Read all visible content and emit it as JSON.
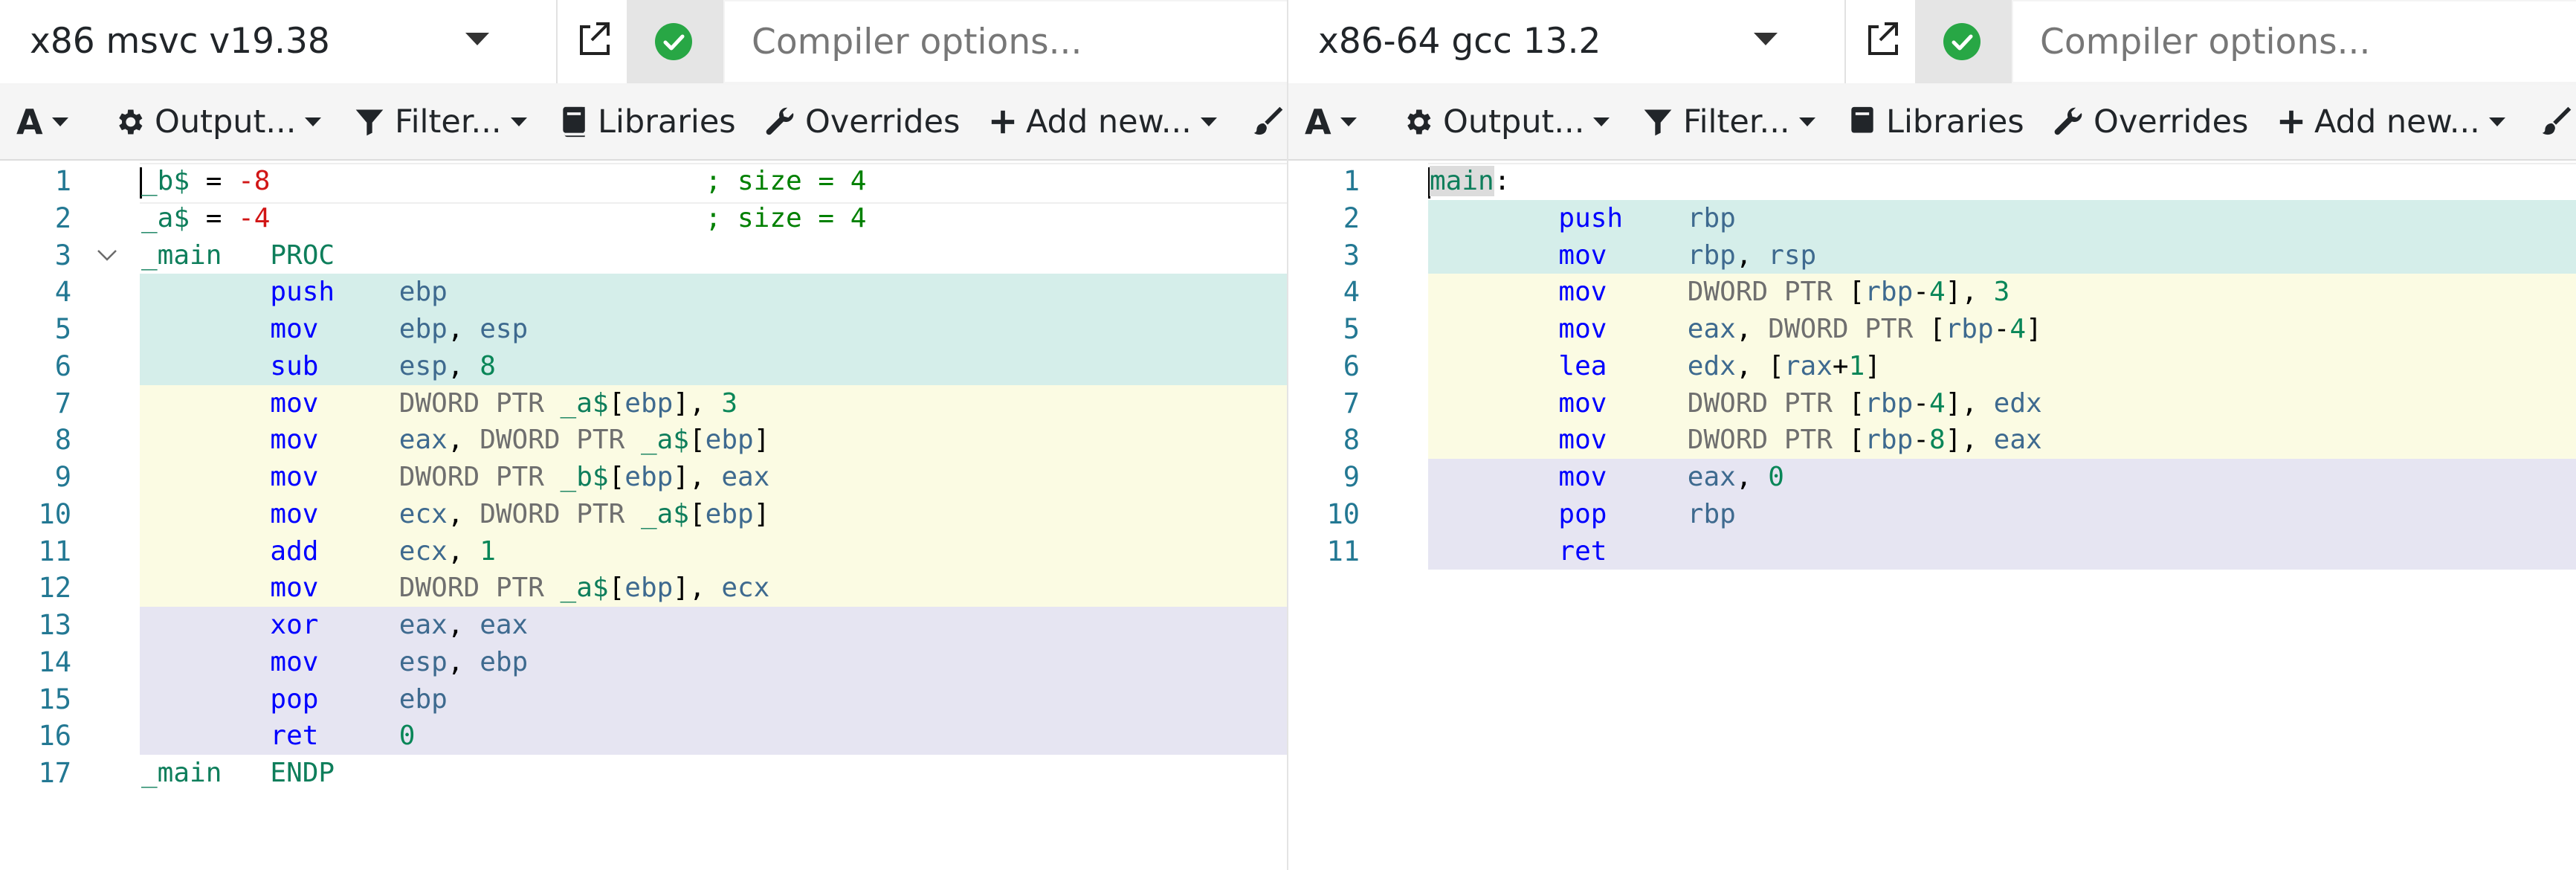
{
  "panes": [
    {
      "id": "left",
      "compiler": "x86 msvc v19.38",
      "options_placeholder": "Compiler options...",
      "toolbar": {
        "font_label": "A",
        "output_label": "Output...",
        "filter_label": "Filter...",
        "libraries_label": "Libraries",
        "overrides_label": "Overrides",
        "add_new_label": "Add new..."
      },
      "lines": [
        {
          "n": "1",
          "bg": "none",
          "tokens": [
            [
              "label",
              "_b$"
            ],
            [
              "plain",
              " = "
            ],
            [
              "neg",
              "-8"
            ],
            [
              "plain",
              "                           "
            ],
            [
              "com",
              "; size = 4"
            ]
          ]
        },
        {
          "n": "2",
          "bg": "none",
          "tokens": [
            [
              "label",
              "_a$"
            ],
            [
              "plain",
              " = "
            ],
            [
              "neg",
              "-4"
            ],
            [
              "plain",
              "                           "
            ],
            [
              "com",
              "; size = 4"
            ]
          ]
        },
        {
          "n": "3",
          "bg": "none",
          "fold": true,
          "tokens": [
            [
              "label",
              "_main"
            ],
            [
              "plain",
              "   "
            ],
            [
              "label",
              "PROC"
            ]
          ]
        },
        {
          "n": "4",
          "bg": "#d5eeea",
          "tokens": [
            [
              "plain",
              "        "
            ],
            [
              "kw",
              "push"
            ],
            [
              "plain",
              "    "
            ],
            [
              "reg",
              "ebp"
            ]
          ]
        },
        {
          "n": "5",
          "bg": "#d5eeea",
          "tokens": [
            [
              "plain",
              "        "
            ],
            [
              "kw",
              "mov"
            ],
            [
              "plain",
              "     "
            ],
            [
              "reg",
              "ebp"
            ],
            [
              "plain",
              ", "
            ],
            [
              "reg",
              "esp"
            ]
          ]
        },
        {
          "n": "6",
          "bg": "#d5eeea",
          "tokens": [
            [
              "plain",
              "        "
            ],
            [
              "kw",
              "sub"
            ],
            [
              "plain",
              "     "
            ],
            [
              "reg",
              "esp"
            ],
            [
              "plain",
              ", "
            ],
            [
              "num",
              "8"
            ]
          ]
        },
        {
          "n": "7",
          "bg": "#fbfbe3",
          "tokens": [
            [
              "plain",
              "        "
            ],
            [
              "kw",
              "mov"
            ],
            [
              "plain",
              "     "
            ],
            [
              "ptr",
              "DWORD PTR "
            ],
            [
              "label",
              "_a$"
            ],
            [
              "plain",
              "["
            ],
            [
              "reg",
              "ebp"
            ],
            [
              "plain",
              "], "
            ],
            [
              "num",
              "3"
            ]
          ]
        },
        {
          "n": "8",
          "bg": "#fbfbe3",
          "tokens": [
            [
              "plain",
              "        "
            ],
            [
              "kw",
              "mov"
            ],
            [
              "plain",
              "     "
            ],
            [
              "reg",
              "eax"
            ],
            [
              "plain",
              ", "
            ],
            [
              "ptr",
              "DWORD PTR "
            ],
            [
              "label",
              "_a$"
            ],
            [
              "plain",
              "["
            ],
            [
              "reg",
              "ebp"
            ],
            [
              "plain",
              "]"
            ]
          ]
        },
        {
          "n": "9",
          "bg": "#fbfbe3",
          "tokens": [
            [
              "plain",
              "        "
            ],
            [
              "kw",
              "mov"
            ],
            [
              "plain",
              "     "
            ],
            [
              "ptr",
              "DWORD PTR "
            ],
            [
              "label",
              "_b$"
            ],
            [
              "plain",
              "["
            ],
            [
              "reg",
              "ebp"
            ],
            [
              "plain",
              "], "
            ],
            [
              "reg",
              "eax"
            ]
          ]
        },
        {
          "n": "10",
          "bg": "#fbfbe3",
          "tokens": [
            [
              "plain",
              "        "
            ],
            [
              "kw",
              "mov"
            ],
            [
              "plain",
              "     "
            ],
            [
              "reg",
              "ecx"
            ],
            [
              "plain",
              ", "
            ],
            [
              "ptr",
              "DWORD PTR "
            ],
            [
              "label",
              "_a$"
            ],
            [
              "plain",
              "["
            ],
            [
              "reg",
              "ebp"
            ],
            [
              "plain",
              "]"
            ]
          ]
        },
        {
          "n": "11",
          "bg": "#fbfbe3",
          "tokens": [
            [
              "plain",
              "        "
            ],
            [
              "kw",
              "add"
            ],
            [
              "plain",
              "     "
            ],
            [
              "reg",
              "ecx"
            ],
            [
              "plain",
              ", "
            ],
            [
              "num",
              "1"
            ]
          ]
        },
        {
          "n": "12",
          "bg": "#fbfbe3",
          "tokens": [
            [
              "plain",
              "        "
            ],
            [
              "kw",
              "mov"
            ],
            [
              "plain",
              "     "
            ],
            [
              "ptr",
              "DWORD PTR "
            ],
            [
              "label",
              "_a$"
            ],
            [
              "plain",
              "["
            ],
            [
              "reg",
              "ebp"
            ],
            [
              "plain",
              "], "
            ],
            [
              "reg",
              "ecx"
            ]
          ]
        },
        {
          "n": "13",
          "bg": "#e6e5f2",
          "tokens": [
            [
              "plain",
              "        "
            ],
            [
              "kw",
              "xor"
            ],
            [
              "plain",
              "     "
            ],
            [
              "reg",
              "eax"
            ],
            [
              "plain",
              ", "
            ],
            [
              "reg",
              "eax"
            ]
          ]
        },
        {
          "n": "14",
          "bg": "#e6e5f2",
          "tokens": [
            [
              "plain",
              "        "
            ],
            [
              "kw",
              "mov"
            ],
            [
              "plain",
              "     "
            ],
            [
              "reg",
              "esp"
            ],
            [
              "plain",
              ", "
            ],
            [
              "reg",
              "ebp"
            ]
          ]
        },
        {
          "n": "15",
          "bg": "#e6e5f2",
          "tokens": [
            [
              "plain",
              "        "
            ],
            [
              "kw",
              "pop"
            ],
            [
              "plain",
              "     "
            ],
            [
              "reg",
              "ebp"
            ]
          ]
        },
        {
          "n": "16",
          "bg": "#e6e5f2",
          "tokens": [
            [
              "plain",
              "        "
            ],
            [
              "kw",
              "ret"
            ],
            [
              "plain",
              "     "
            ],
            [
              "num",
              "0"
            ]
          ]
        },
        {
          "n": "17",
          "bg": "none",
          "tokens": [
            [
              "label",
              "_main"
            ],
            [
              "plain",
              "   "
            ],
            [
              "label",
              "ENDP"
            ]
          ]
        }
      ]
    },
    {
      "id": "right",
      "compiler": "x86-64 gcc 13.2",
      "options_placeholder": "Compiler options...",
      "toolbar": {
        "font_label": "A",
        "output_label": "Output...",
        "filter_label": "Filter...",
        "libraries_label": "Libraries",
        "overrides_label": "Overrides",
        "add_new_label": "Add new..."
      },
      "lines": [
        {
          "n": "1",
          "bg": "none",
          "cursor": true,
          "tokens": [
            [
              "main",
              "main"
            ],
            [
              "plain",
              ":"
            ]
          ]
        },
        {
          "n": "2",
          "bg": "#d5eeea",
          "tokens": [
            [
              "plain",
              "        "
            ],
            [
              "kw",
              "push"
            ],
            [
              "plain",
              "    "
            ],
            [
              "reg",
              "rbp"
            ]
          ]
        },
        {
          "n": "3",
          "bg": "#d5eeea",
          "tokens": [
            [
              "plain",
              "        "
            ],
            [
              "kw",
              "mov"
            ],
            [
              "plain",
              "     "
            ],
            [
              "reg",
              "rbp"
            ],
            [
              "plain",
              ", "
            ],
            [
              "reg",
              "rsp"
            ]
          ]
        },
        {
          "n": "4",
          "bg": "#fbfbe3",
          "tokens": [
            [
              "plain",
              "        "
            ],
            [
              "kw",
              "mov"
            ],
            [
              "plain",
              "     "
            ],
            [
              "ptr",
              "DWORD PTR "
            ],
            [
              "plain",
              "["
            ],
            [
              "reg",
              "rbp"
            ],
            [
              "plain",
              "-"
            ],
            [
              "num",
              "4"
            ],
            [
              "plain",
              "], "
            ],
            [
              "num",
              "3"
            ]
          ]
        },
        {
          "n": "5",
          "bg": "#fbfbe3",
          "tokens": [
            [
              "plain",
              "        "
            ],
            [
              "kw",
              "mov"
            ],
            [
              "plain",
              "     "
            ],
            [
              "reg",
              "eax"
            ],
            [
              "plain",
              ", "
            ],
            [
              "ptr",
              "DWORD PTR "
            ],
            [
              "plain",
              "["
            ],
            [
              "reg",
              "rbp"
            ],
            [
              "plain",
              "-"
            ],
            [
              "num",
              "4"
            ],
            [
              "plain",
              "]"
            ]
          ]
        },
        {
          "n": "6",
          "bg": "#fbfbe3",
          "tokens": [
            [
              "plain",
              "        "
            ],
            [
              "kw",
              "lea"
            ],
            [
              "plain",
              "     "
            ],
            [
              "reg",
              "edx"
            ],
            [
              "plain",
              ", ["
            ],
            [
              "reg",
              "rax"
            ],
            [
              "plain",
              "+"
            ],
            [
              "num",
              "1"
            ],
            [
              "plain",
              "]"
            ]
          ]
        },
        {
          "n": "7",
          "bg": "#fbfbe3",
          "tokens": [
            [
              "plain",
              "        "
            ],
            [
              "kw",
              "mov"
            ],
            [
              "plain",
              "     "
            ],
            [
              "ptr",
              "DWORD PTR "
            ],
            [
              "plain",
              "["
            ],
            [
              "reg",
              "rbp"
            ],
            [
              "plain",
              "-"
            ],
            [
              "num",
              "4"
            ],
            [
              "plain",
              "], "
            ],
            [
              "reg",
              "edx"
            ]
          ]
        },
        {
          "n": "8",
          "bg": "#fbfbe3",
          "tokens": [
            [
              "plain",
              "        "
            ],
            [
              "kw",
              "mov"
            ],
            [
              "plain",
              "     "
            ],
            [
              "ptr",
              "DWORD PTR "
            ],
            [
              "plain",
              "["
            ],
            [
              "reg",
              "rbp"
            ],
            [
              "plain",
              "-"
            ],
            [
              "num",
              "8"
            ],
            [
              "plain",
              "], "
            ],
            [
              "reg",
              "eax"
            ]
          ]
        },
        {
          "n": "9",
          "bg": "#e6e5f2",
          "tokens": [
            [
              "plain",
              "        "
            ],
            [
              "kw",
              "mov"
            ],
            [
              "plain",
              "     "
            ],
            [
              "reg",
              "eax"
            ],
            [
              "plain",
              ", "
            ],
            [
              "num",
              "0"
            ]
          ]
        },
        {
          "n": "10",
          "bg": "#e6e5f2",
          "tokens": [
            [
              "plain",
              "        "
            ],
            [
              "kw",
              "pop"
            ],
            [
              "plain",
              "     "
            ],
            [
              "reg",
              "rbp"
            ]
          ]
        },
        {
          "n": "11",
          "bg": "#e6e5f2",
          "tokens": [
            [
              "plain",
              "        "
            ],
            [
              "kw",
              "ret"
            ]
          ]
        }
      ]
    }
  ]
}
